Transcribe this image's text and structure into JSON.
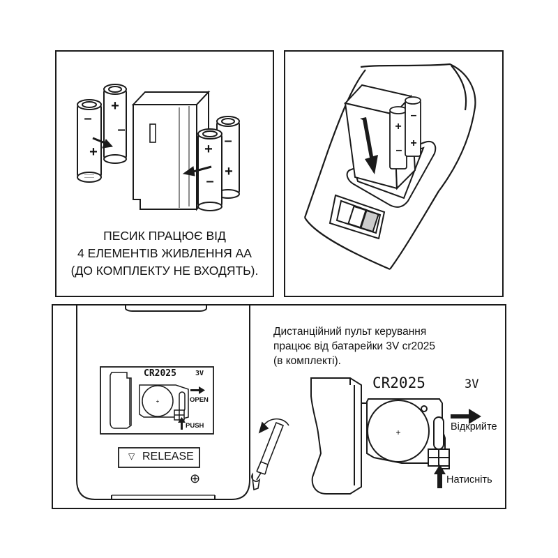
{
  "panel_batteries": {
    "caption_lines": [
      "ПЕСИК ПРАЦЮЄ ВІД",
      "4 ЕЛЕМЕНТІВ ЖИВЛЕННЯ АА",
      "(ДО КОМПЛЕКТУ НЕ ВХОДЯТЬ)."
    ],
    "plus_sign": "+",
    "minus_sign": "–"
  },
  "panel_remote": {
    "description_lines": [
      "Дистанційний пульт керування",
      "працює від батарейки 3V cr2025",
      "(в комплекті)."
    ],
    "small_label_model": "CR2025",
    "small_label_voltage": "3V",
    "small_label_open": "OPEN",
    "small_label_push": "PUSH",
    "release_label": "RELEASE",
    "release_symbol": "▽",
    "screw_symbol": "⊕",
    "big_label_model": "CR2025",
    "big_label_voltage": "3V",
    "open_label": "Відкрийте",
    "press_label": "Натисніть",
    "plus_sign": "+"
  },
  "colors": {
    "line": "#1a1a1a",
    "background": "#ffffff",
    "stripe": "#cccccc"
  }
}
